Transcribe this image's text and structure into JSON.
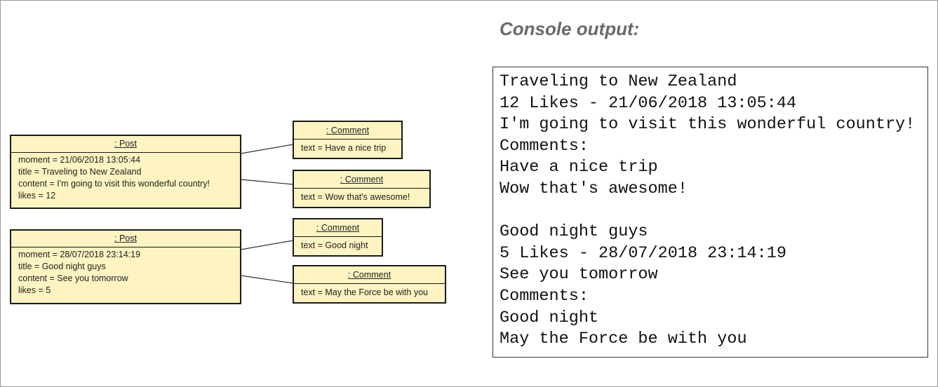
{
  "diagram": {
    "posts": [
      {
        "header": ": Post",
        "attributes": [
          "moment = 21/06/2018 13:05:44",
          "title = Traveling to New Zealand",
          "content = I'm going to visit this wonderful country!",
          "likes = 12"
        ],
        "comments": [
          {
            "header": ": Comment",
            "text": "text = Have a nice trip"
          },
          {
            "header": ": Comment",
            "text": "text = Wow that's awesome!"
          }
        ]
      },
      {
        "header": ": Post",
        "attributes": [
          "moment = 28/07/2018 23:14:19",
          "title = Good night guys",
          "content = See you tomorrow",
          "likes = 5"
        ],
        "comments": [
          {
            "header": ": Comment",
            "text": "text = Good night"
          },
          {
            "header": ": Comment",
            "text": "text = May the Force be with you"
          }
        ]
      }
    ]
  },
  "console": {
    "title": "Console output:",
    "lines": [
      "Traveling to New Zealand",
      "12 Likes - 21/06/2018 13:05:44",
      "I'm going to visit this wonderful country!",
      "Comments:",
      "Have a nice trip",
      "Wow that's awesome!",
      "",
      "Good night guys",
      "5 Likes - 28/07/2018 23:14:19",
      "See you tomorrow",
      "Comments:",
      "Good night",
      "May the Force be with you"
    ]
  }
}
